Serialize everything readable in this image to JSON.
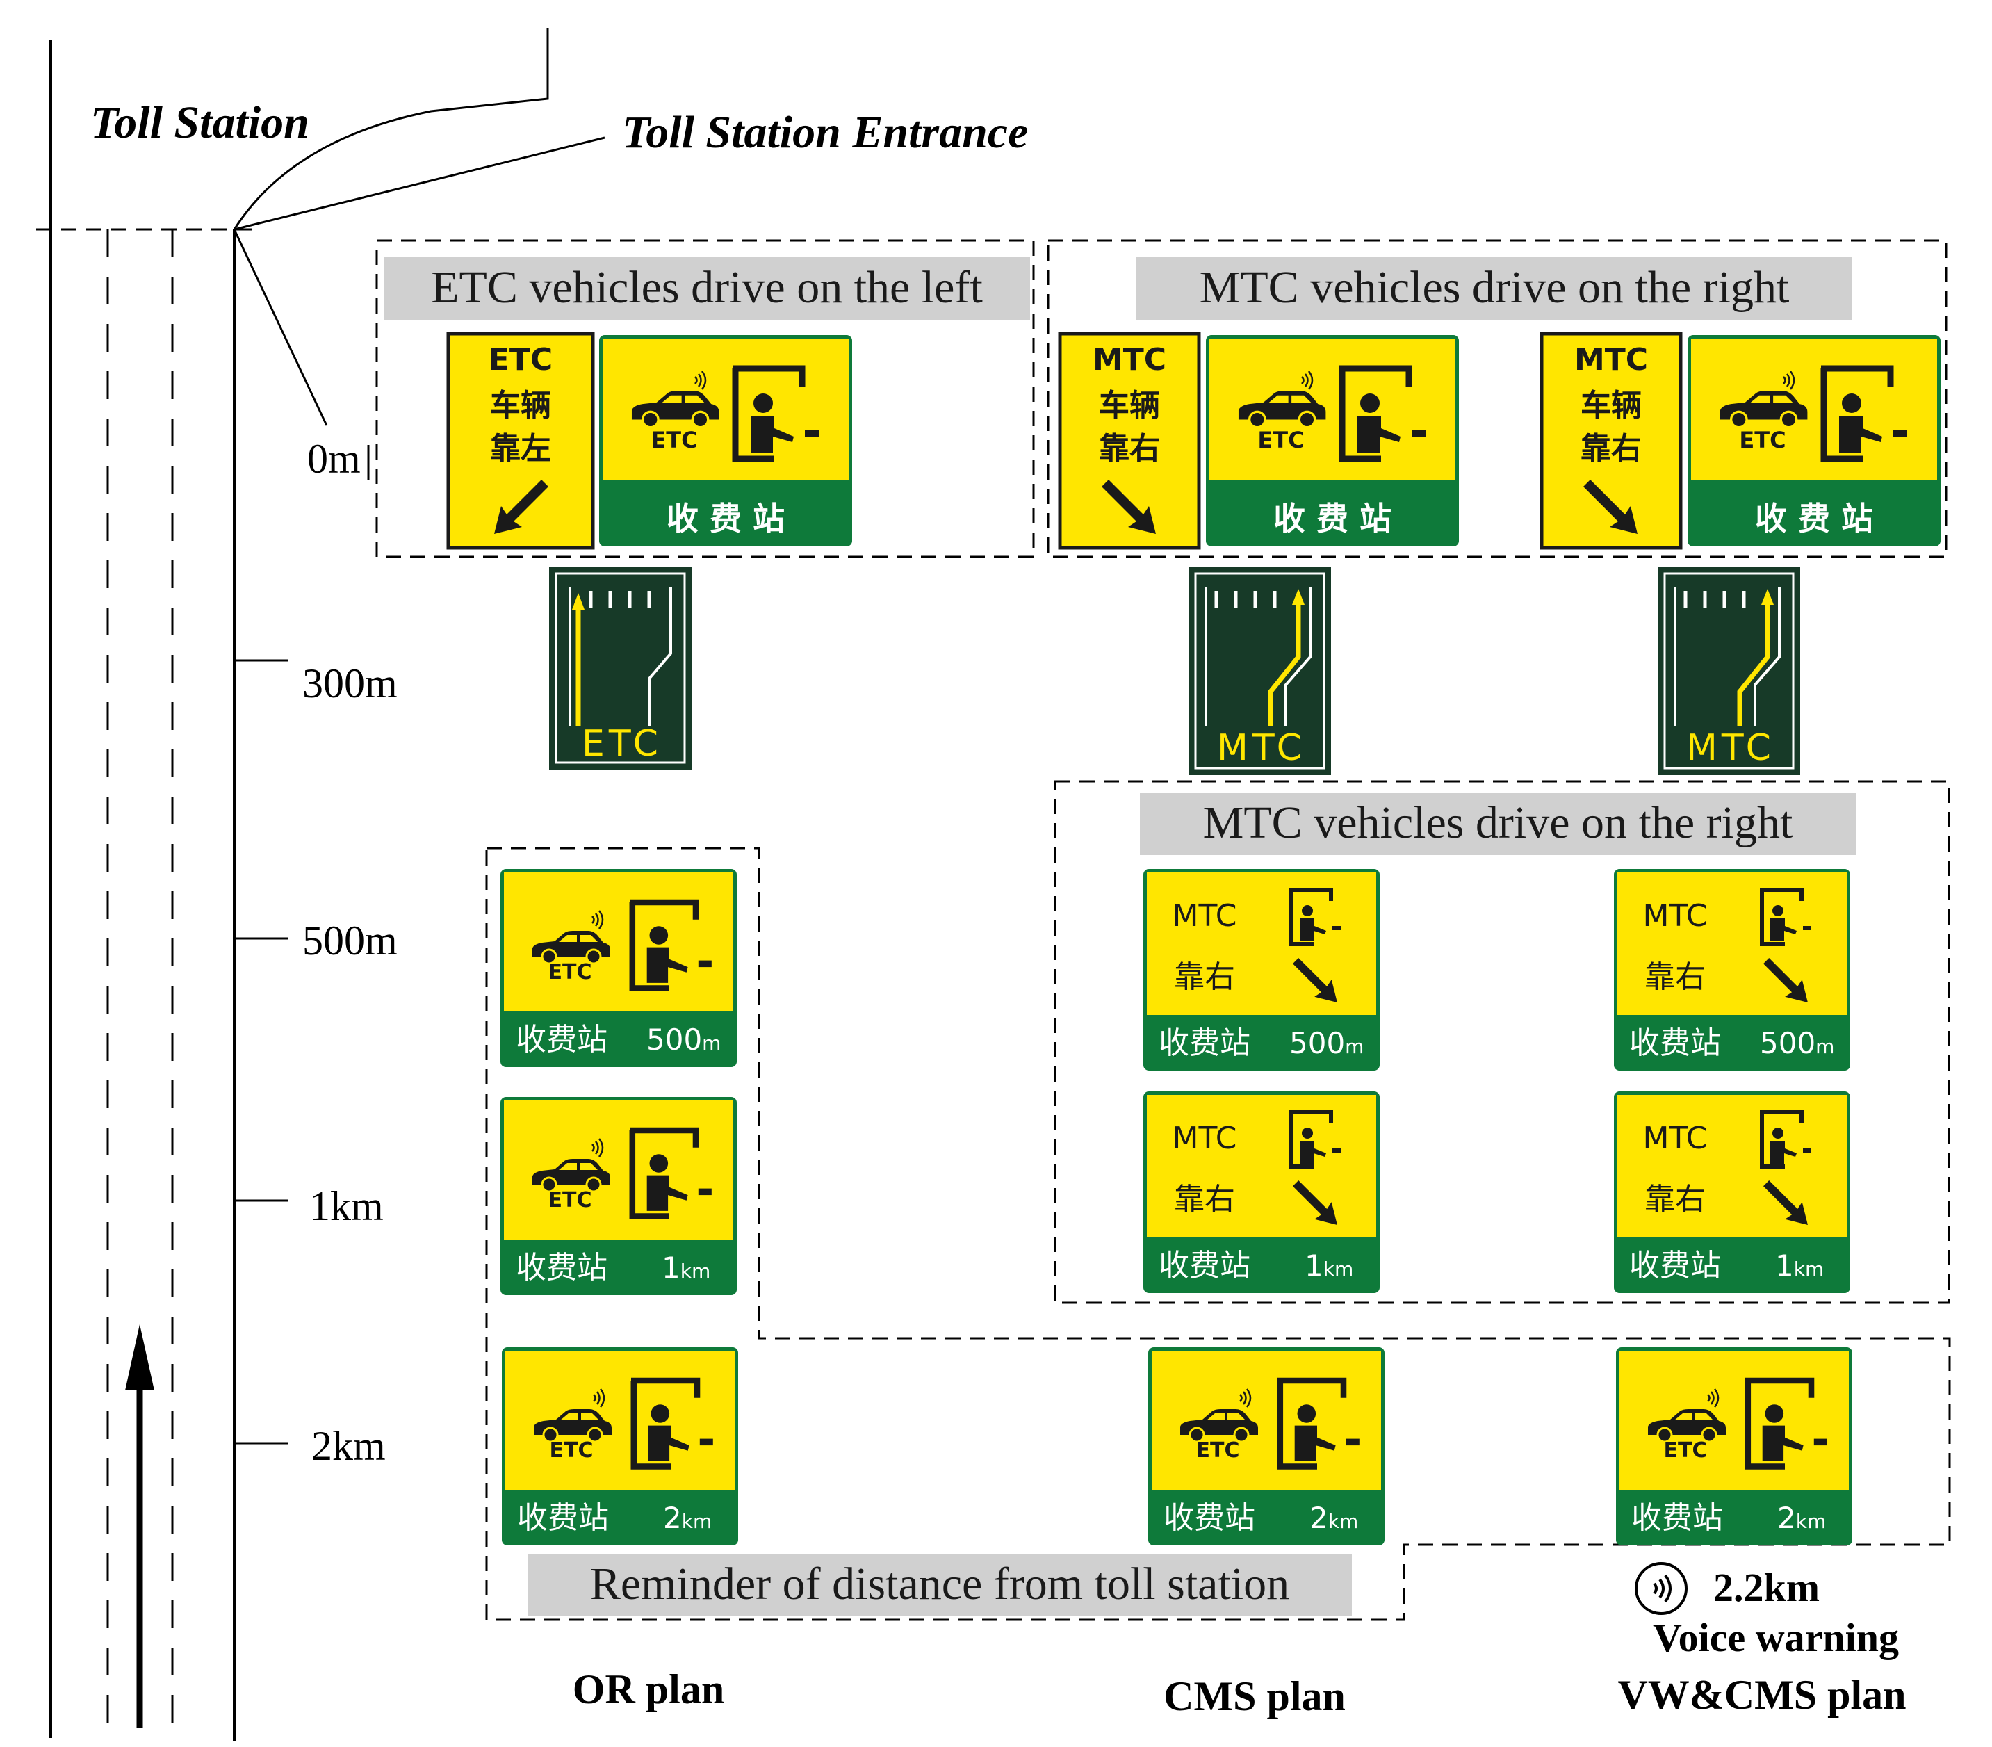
{
  "labels": {
    "toll_station": "Toll Station",
    "toll_station_entrance": "Toll Station Entrance",
    "reminder_distance": "Reminder of distance from toll station",
    "voice_distance": "2.2km",
    "voice_warning": "Voice warning"
  },
  "captions": {
    "etc_left": "ETC vehicles drive on the left",
    "mtc_right_top": "MTC vehicles drive on the right",
    "mtc_right_mid": "MTC vehicles drive on the right"
  },
  "distances": [
    "0m",
    "300m",
    "500m",
    "1km",
    "2km"
  ],
  "plans": [
    "OR plan",
    "CMS plan",
    "VW&CMS plan"
  ],
  "lane_signs": {
    "etc": {
      "line1": "ETC",
      "line2": "车辆",
      "line3": "靠左"
    },
    "mtc": {
      "line1": "MTC",
      "line2": "车辆",
      "line3": "靠右"
    }
  },
  "toll_sign": {
    "etc_text": "ETC",
    "footer": "收费站",
    "footer_spaced": "收 费 站"
  },
  "guide_signs": {
    "etc": "ETC",
    "mtc": "MTC"
  },
  "mtc_sign": {
    "line1": "MTC",
    "line2": "靠右"
  },
  "sign_distances": {
    "d500_num": "500",
    "d500_unit": "m",
    "d1k_num": "1",
    "d1k_unit": "km",
    "d2k_num": "2",
    "d2k_unit": "km"
  },
  "colors": {
    "sign_yellow": "#FFE600",
    "sign_green": "#0E7A3A",
    "dark_green": "#173A28",
    "caption_bg": "#D0D0D0"
  },
  "icons": [
    "car-icon",
    "toll-booth-icon",
    "arrow-icon",
    "signal-icon"
  ]
}
